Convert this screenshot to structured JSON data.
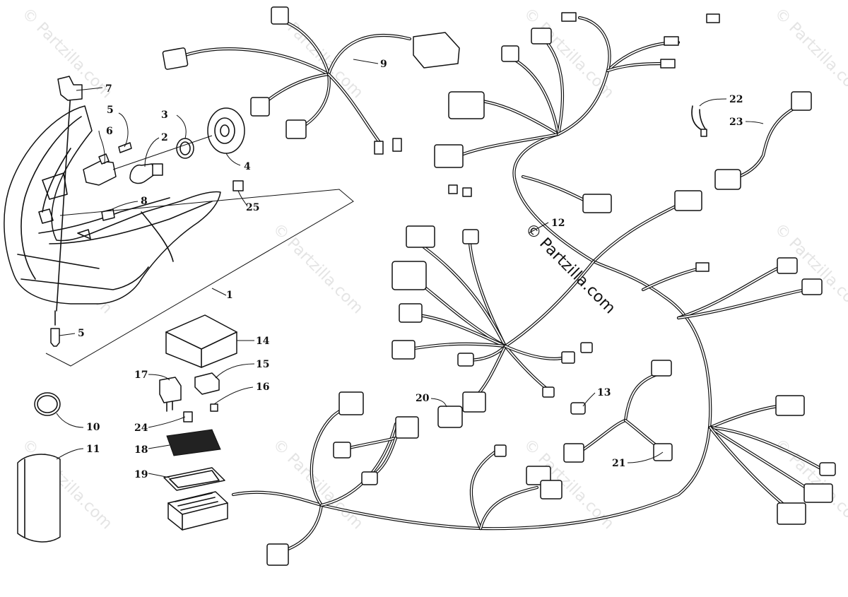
{
  "watermark": {
    "text": "© Partzilla.com"
  },
  "callouts": [
    {
      "id": "c1",
      "label": "1"
    },
    {
      "id": "c2",
      "label": "2"
    },
    {
      "id": "c3",
      "label": "3"
    },
    {
      "id": "c4",
      "label": "4"
    },
    {
      "id": "c5a",
      "label": "5"
    },
    {
      "id": "c5b",
      "label": "5"
    },
    {
      "id": "c6",
      "label": "6"
    },
    {
      "id": "c7",
      "label": "7"
    },
    {
      "id": "c8",
      "label": "8"
    },
    {
      "id": "c9",
      "label": "9"
    },
    {
      "id": "c10",
      "label": "10"
    },
    {
      "id": "c11",
      "label": "11"
    },
    {
      "id": "c12",
      "label": "12"
    },
    {
      "id": "c13",
      "label": "13"
    },
    {
      "id": "c14",
      "label": "14"
    },
    {
      "id": "c15",
      "label": "15"
    },
    {
      "id": "c16",
      "label": "16"
    },
    {
      "id": "c17",
      "label": "17"
    },
    {
      "id": "c18",
      "label": "18"
    },
    {
      "id": "c19",
      "label": "19"
    },
    {
      "id": "c20",
      "label": "20"
    },
    {
      "id": "c21",
      "label": "21"
    },
    {
      "id": "c22",
      "label": "22"
    },
    {
      "id": "c23",
      "label": "23"
    },
    {
      "id": "c24",
      "label": "24"
    },
    {
      "id": "c25",
      "label": "25"
    }
  ]
}
